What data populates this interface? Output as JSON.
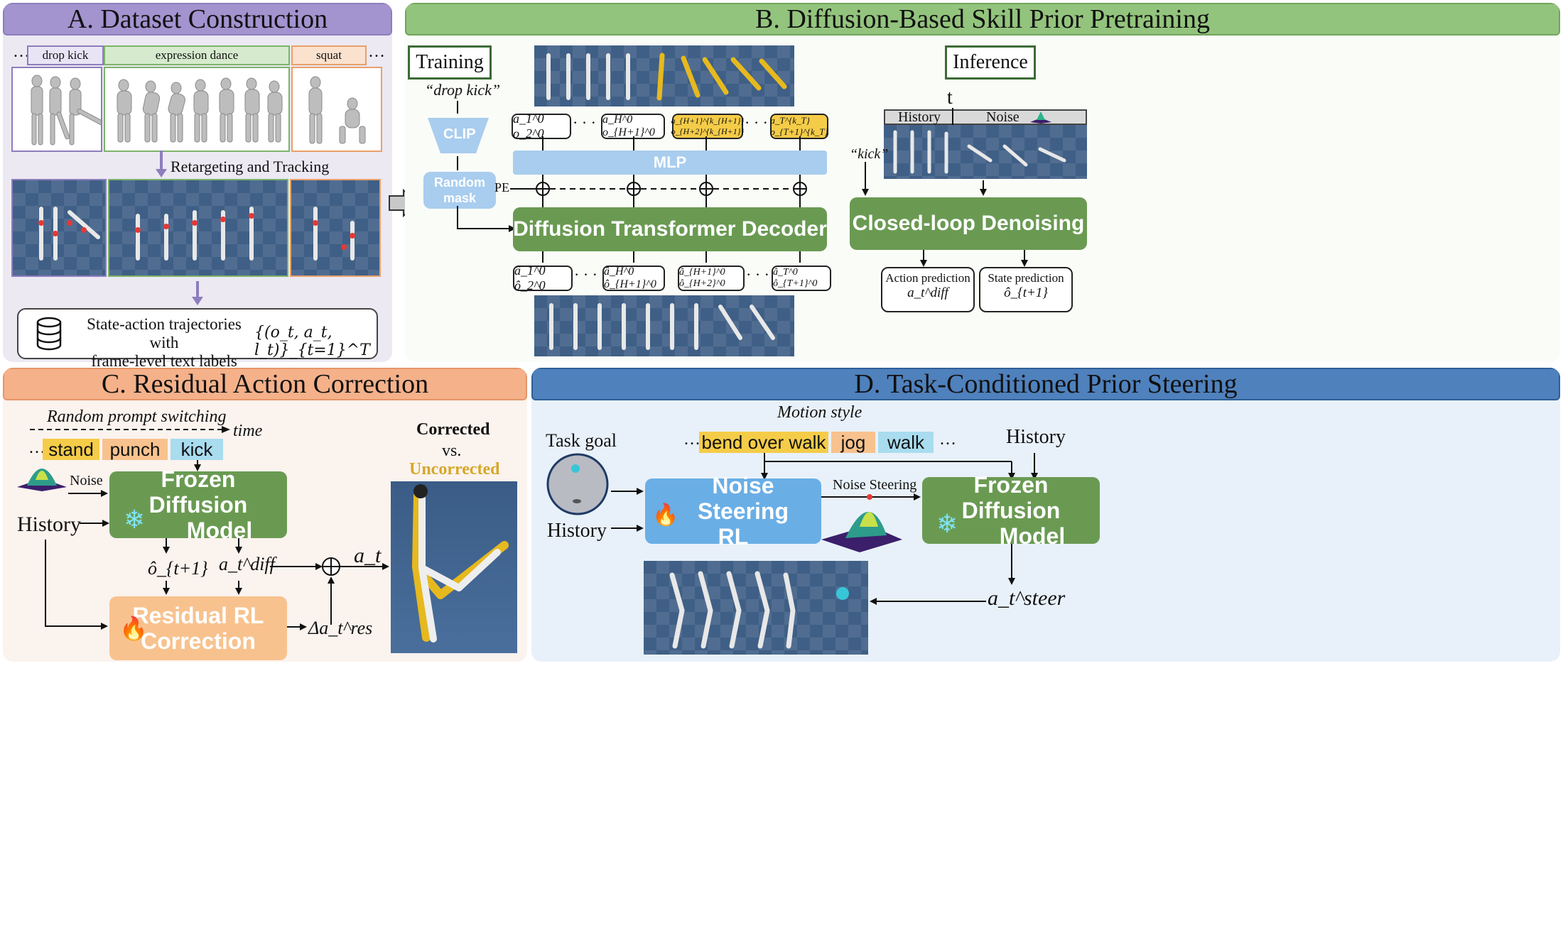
{
  "panelA": {
    "title": "A. Dataset Construction",
    "ellipsis": "…",
    "clips": [
      "drop kick",
      "expression dance",
      "squat"
    ],
    "retarget_label": "Retargeting and Tracking",
    "db_text_line1": "State-action trajectories with",
    "db_text_line2": "frame-level text labels",
    "db_formula": "{(o_t, a_t, l_t)}_{t=1}^T"
  },
  "panelB": {
    "title": "B. Diffusion-Based Skill Prior Pretraining",
    "training_label": "Training",
    "prompt": "“drop kick”",
    "clip_label": "CLIP",
    "random_mask_label": "Random mask",
    "pe_label": "PE",
    "mlp_label": "MLP",
    "decoder_label": "Diffusion Transformer Decoder",
    "input_tokens": [
      "a_1^0   o_2^0",
      "a_H^0 o_{H+1}^0",
      "a_{H+1}^{k_{H+1}} o_{H+2}^{k_{H+1}}",
      "a_T^{k_T}  o_{T+1}^{k_T}"
    ],
    "output_tokens": [
      "â_1^0   ô_2^0",
      "â_H^0  ô_{H+1}^0",
      "â_{H+1}^0 ô_{H+2}^0",
      "â_T^0  ô_{T+1}^0"
    ],
    "dots": "· · ·",
    "inference_label": "Inference",
    "t_label": "t",
    "history_label": "History",
    "noise_label": "Noise",
    "kick_prompt": "“kick”",
    "closed_loop_label": "Closed-loop Denoising",
    "action_pred_label": "Action prediction",
    "action_pred_symbol": "a_t^diff",
    "state_pred_label": "State prediction",
    "state_pred_symbol": "ô_{t+1}"
  },
  "panelC": {
    "title": "C. Residual Action Correction",
    "switching_label": "Random prompt switching",
    "time_label": "time",
    "ellipsis": "…",
    "prompts": [
      "stand",
      "punch",
      "kick"
    ],
    "noise_label": "Noise",
    "history_label": "History",
    "frozen_label_1": "Frozen Diffusion",
    "frozen_label_2": "Model",
    "obs_symbol": "ô_{t+1}",
    "diff_symbol": "a_t^diff",
    "out_symbol": "a_t",
    "res_symbol": "Δa_t^res",
    "residual_label_1": "Residual RL",
    "residual_label_2": "Correction",
    "corrected_label": "Corrected",
    "vs_label": "vs.",
    "uncorrected_label": "Uncorrected"
  },
  "panelD": {
    "title": "D. Task-Conditioned Prior Steering",
    "motion_style_label": "Motion style",
    "task_goal_label": "Task goal",
    "ellipsis": "…",
    "styles": [
      "bend over walk",
      "jog",
      "walk"
    ],
    "history_label_top": "History",
    "history_label_left": "History",
    "noise_steering_rl_1": "Noise Steering",
    "noise_steering_rl_2": "RL",
    "noise_steering_label": "Noise Steering",
    "frozen_label_1": "Frozen Diffusion",
    "frozen_label_2": "Model",
    "steer_symbol": "a_t^steer"
  },
  "colors": {
    "panelA_bg": "#ece9f3",
    "panelA_header": "#a393cf",
    "panelB_header": "#93c47d",
    "panelC_bg": "#fbf3ee",
    "panelC_header": "#f4b18a",
    "panelD_bg": "#e8f1f9",
    "panelD_header": "#4f81bd",
    "model_green": "#6a9a52",
    "light_blue": "#a9cdee",
    "gold": "#f5cc48",
    "orange": "#f8c28e"
  },
  "icons": [
    "database-icon",
    "snowflake-icon",
    "fire-icon",
    "gaussian-noise-icon",
    "sum-circle-icon",
    "task-goal-icon"
  ]
}
